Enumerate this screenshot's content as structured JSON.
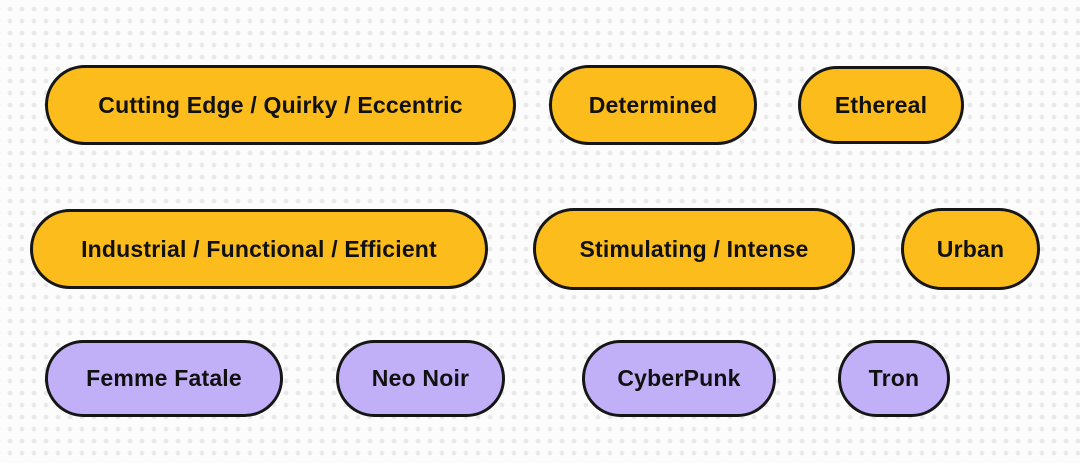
{
  "colors": {
    "chip-amber": "#FBBC1C",
    "chip-purple": "#C1AFF8",
    "chip-border": "#161616",
    "chip-text": "#111111",
    "bg": "#FCFCFC",
    "dot": "#E8E8E8"
  },
  "rows": [
    {
      "chips": [
        {
          "label": "Cutting Edge / Quirky / Eccentric",
          "color": "amber"
        },
        {
          "label": "Determined",
          "color": "amber"
        },
        {
          "label": "Ethereal",
          "color": "amber"
        }
      ]
    },
    {
      "chips": [
        {
          "label": "Industrial / Functional / Efficient",
          "color": "amber"
        },
        {
          "label": "Stimulating / Intense",
          "color": "amber"
        },
        {
          "label": "Urban",
          "color": "amber"
        }
      ]
    },
    {
      "chips": [
        {
          "label": "Femme Fatale",
          "color": "purple"
        },
        {
          "label": "Neo Noir",
          "color": "purple"
        },
        {
          "label": "CyberPunk",
          "color": "purple"
        },
        {
          "label": "Tron",
          "color": "purple"
        }
      ]
    }
  ]
}
